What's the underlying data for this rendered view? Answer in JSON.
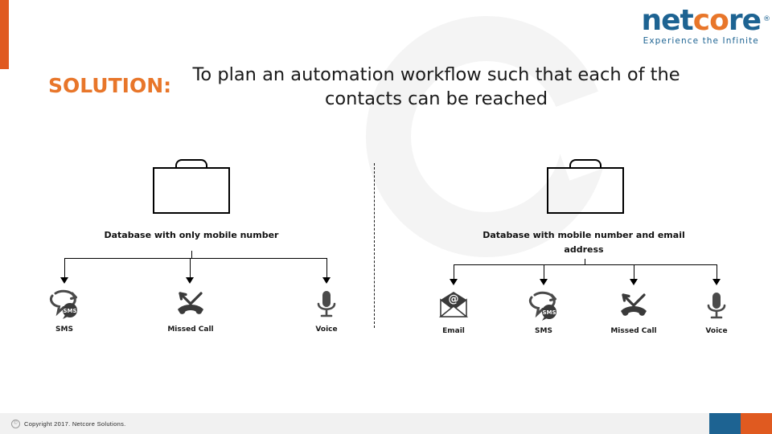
{
  "brand": {
    "logo_text_part1": "net",
    "logo_text_part2": "co",
    "logo_text_part3": "re",
    "registered_mark": "®",
    "tagline": "Experience the Infinite",
    "primary_blue": "#1d6392",
    "accent_orange": "#e8762a"
  },
  "headline": {
    "kicker": "SOLUTION:",
    "statement": "To plan an automation workflow such that each of the contacts can be reached"
  },
  "branches": [
    {
      "id": "left",
      "caption": "Database with only mobile number",
      "icon": "briefcase-icon",
      "channels": [
        {
          "label": "SMS",
          "icon": "sms-bubble-icon"
        },
        {
          "label": "Missed Call",
          "icon": "missed-call-icon"
        },
        {
          "label": "Voice",
          "icon": "microphone-icon"
        }
      ]
    },
    {
      "id": "right",
      "caption_line1": "Database with mobile number and email",
      "caption_line2": "address",
      "caption": "Database with mobile number and email address",
      "icon": "briefcase-icon",
      "channels": [
        {
          "label": "Email",
          "icon": "email-envelope-icon"
        },
        {
          "label": "SMS",
          "icon": "sms-bubble-icon"
        },
        {
          "label": "Missed Call",
          "icon": "missed-call-icon"
        },
        {
          "label": "Voice",
          "icon": "microphone-icon"
        }
      ]
    }
  ],
  "footer": {
    "copyright_symbol": "©",
    "copyright": "Copyright 2017. Netcore Solutions."
  }
}
